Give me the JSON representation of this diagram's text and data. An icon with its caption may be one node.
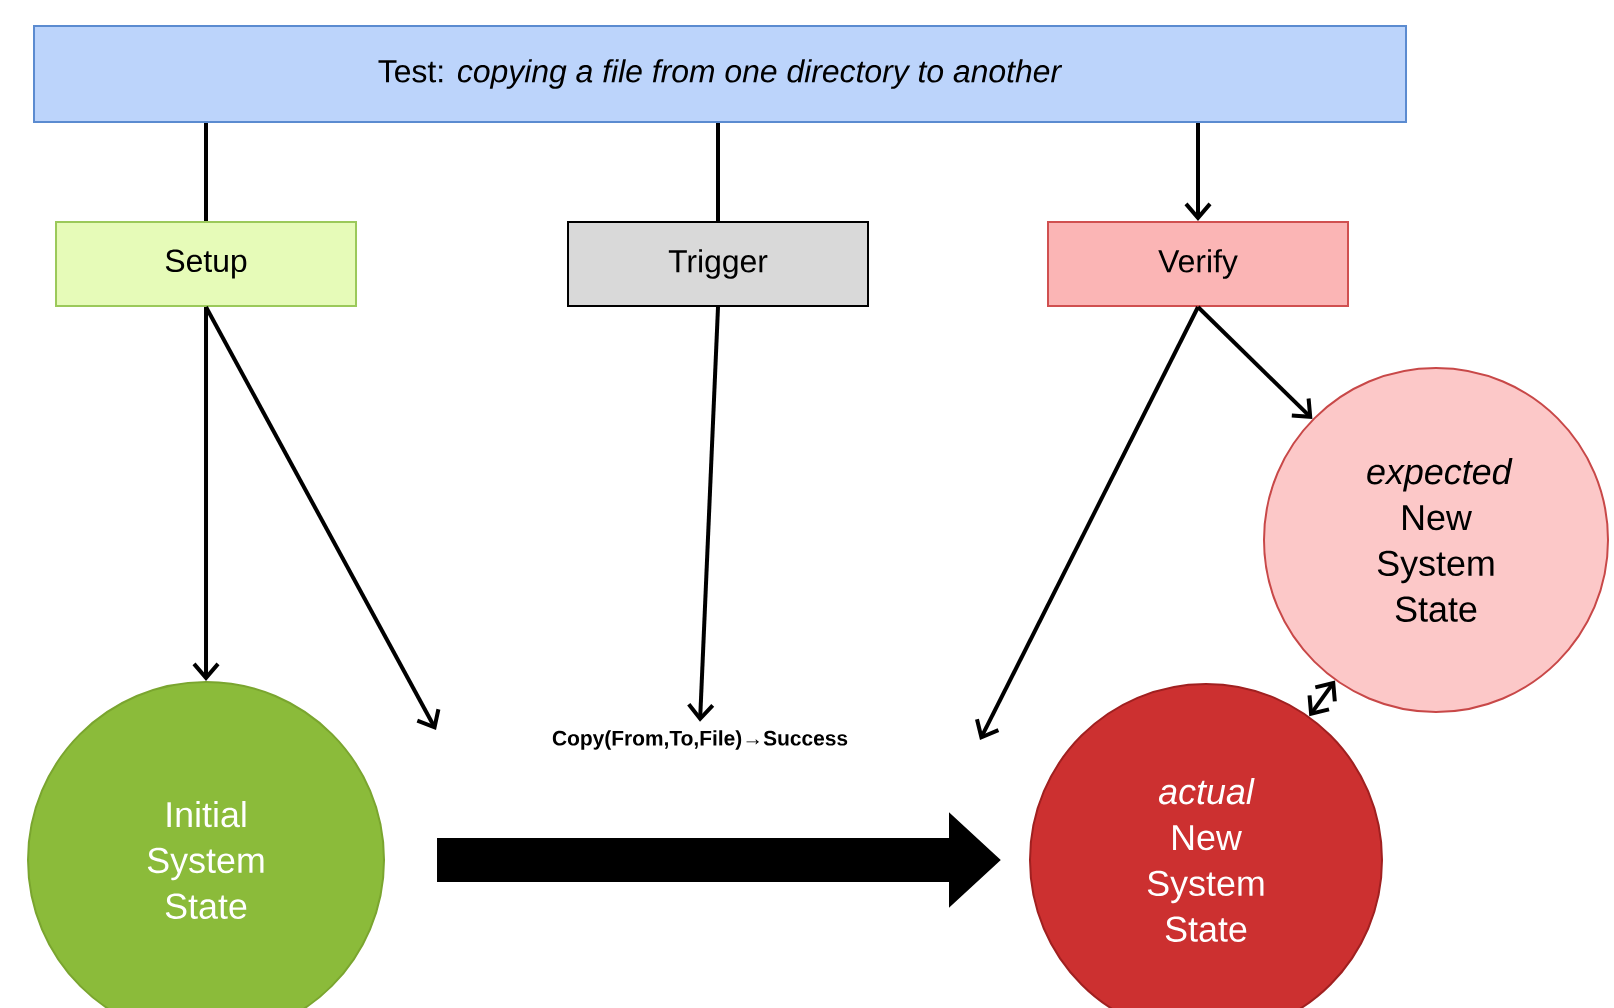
{
  "diagram": {
    "nodes": [
      {
        "text": [
          "Test: *copying a file from one directory to another*"
        ]
      },
      {
        "text": [
          "Setup"
        ]
      },
      {
        "text": [
          "Trigger"
        ]
      },
      {
        "text": [
          "Verify"
        ]
      },
      {
        "text": [
          "*expected* New System State"
        ]
      },
      {
        "text": [
          "Initial System State"
        ]
      },
      {
        "text": [
          "*actual* New System State"
        ]
      },
      {
        "text": [
          "Copy(From,To,File)→Success"
        ]
      }
    ],
    "edges": [
      {
        "from": 0,
        "to": 1,
        "arrow": "none"
      },
      {
        "from": 0,
        "to": 2,
        "arrow": "none"
      },
      {
        "from": 0,
        "to": 3,
        "arrow": "to"
      },
      {
        "from": 1,
        "to": 5,
        "arrow": "to"
      },
      {
        "from": 1,
        "to": null,
        "arrow": "to"
      },
      {
        "from": 2,
        "to": 7,
        "arrow": "to"
      },
      {
        "from": 3,
        "to": null,
        "arrow": "to"
      },
      {
        "from": 3,
        "to": 4,
        "arrow": "to"
      },
      {
        "from": 6,
        "to": 4,
        "arrow": "both"
      },
      {
        "from": 5,
        "to": 6,
        "arrow": "to",
        "style": "thick"
      }
    ]
  }
}
